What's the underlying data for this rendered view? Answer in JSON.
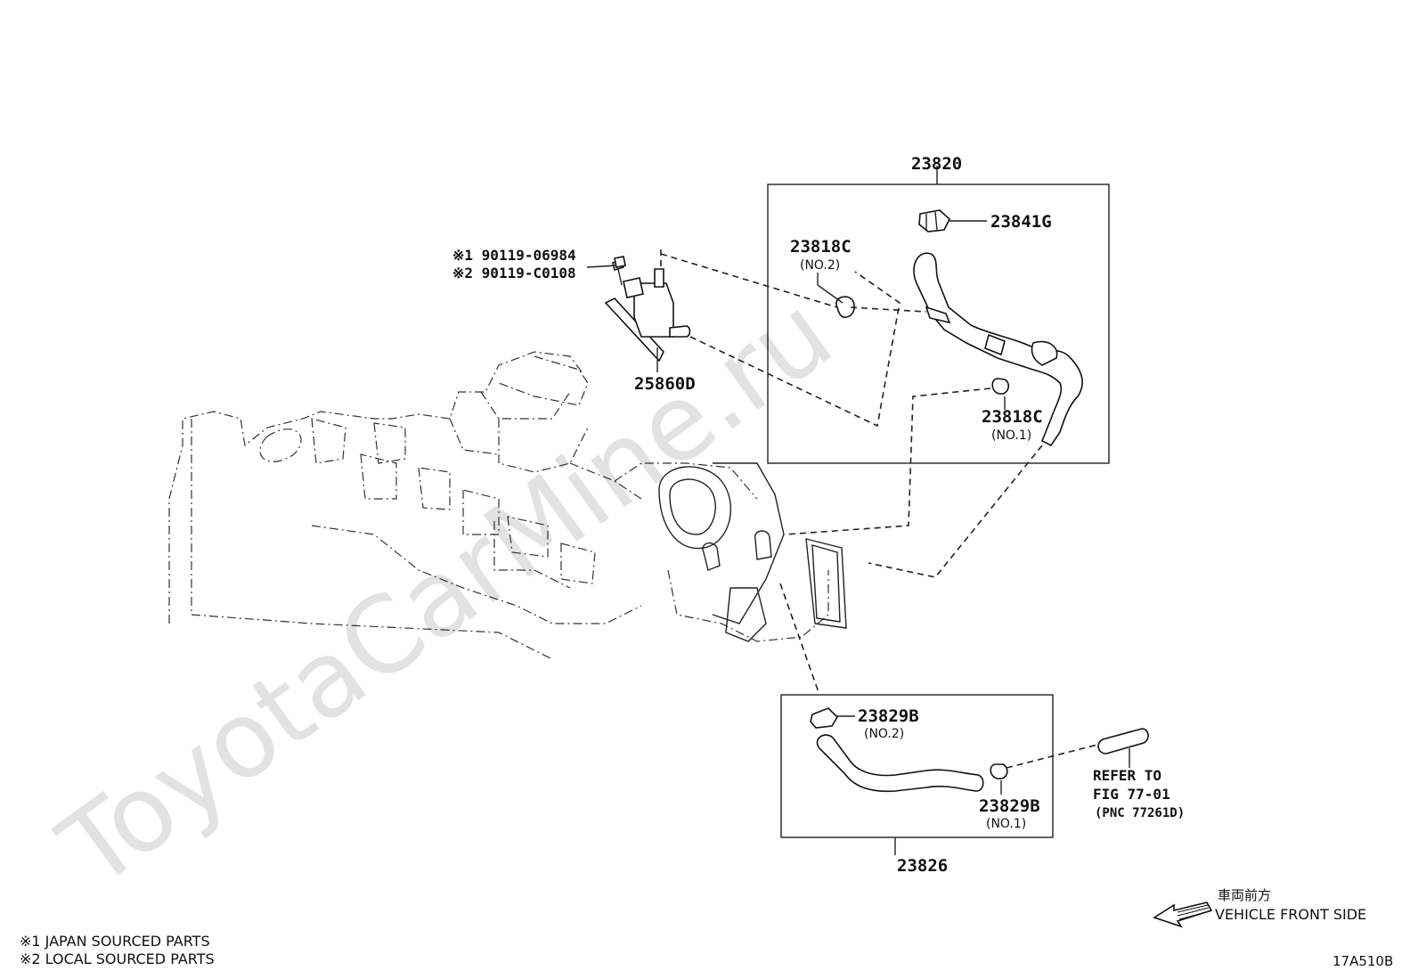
{
  "watermark": "ToyotaCarMine.ru",
  "footnotes": {
    "japan": "※1 JAPAN SOURCED PARTS",
    "local": "※2 LOCAL SOURCED PARTS"
  },
  "figure_code": "17A510B",
  "vehicle_front": {
    "japanese": "車両前方",
    "english": "VEHICLE FRONT SIDE"
  },
  "bolt_parts": {
    "japan": "※1 90119-06984",
    "local": "※2 90119-C0108"
  },
  "valve_label": "25860D",
  "upper_assembly": {
    "number": "23820",
    "clip": "23841G",
    "clamp_no2": {
      "number": "23818C",
      "tag": "(NO.2)"
    },
    "clamp_no1": {
      "number": "23818C",
      "tag": "(NO.1)"
    }
  },
  "lower_assembly": {
    "number": "23826",
    "clamp_no2": {
      "number": "23829B",
      "tag": "(NO.2)"
    },
    "clamp_no1": {
      "number": "23829B",
      "tag": "(NO.1)"
    }
  },
  "reference": {
    "line1": "REFER TO",
    "line2": "FIG 77-01",
    "line3": "(PNC 77261D)"
  }
}
